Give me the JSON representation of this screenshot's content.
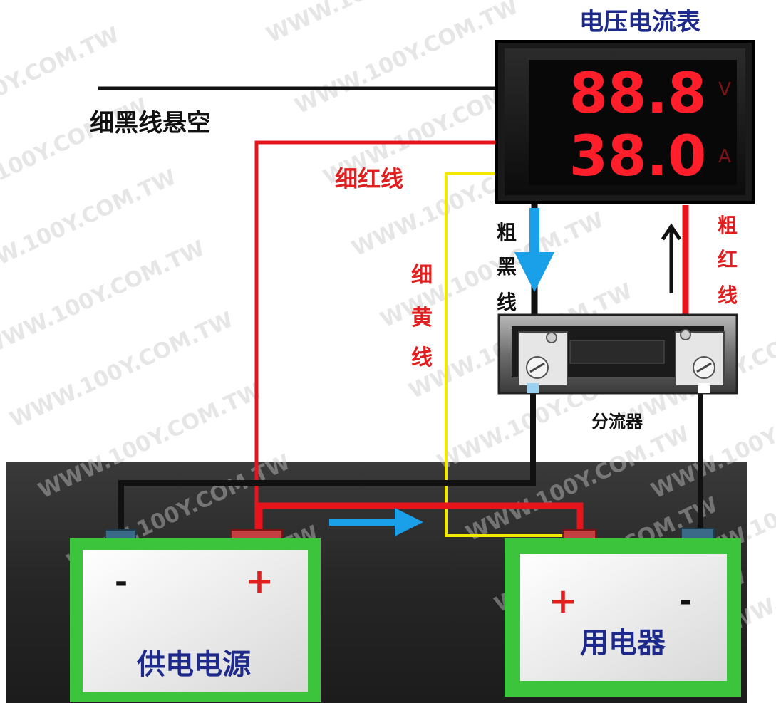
{
  "watermark": "WWW.100Y.COM.TW",
  "labels": {
    "meter_title": "电压电流表",
    "thin_black": "细黑线悬空",
    "thin_red": "细红线",
    "thin_yellow": [
      "细",
      "黄",
      "线"
    ],
    "thick_black": [
      "粗",
      "黑",
      "线"
    ],
    "thick_red": [
      "粗",
      "红",
      "线"
    ],
    "shunt": "分流器",
    "power_supply": "供电电源",
    "load": "用电器",
    "plus": "+",
    "minus": "-"
  },
  "meter": {
    "voltage": "88.8",
    "current": "38.0",
    "voltage_unit": "V",
    "current_unit": "A"
  },
  "colors": {
    "red_wire": "#e8141c",
    "yellow_wire": "#f4e800",
    "black_wire": "#111111",
    "blue_arrow": "#1aa0e8",
    "battery_green": "#3cc43c",
    "display_red": "#ff1e2a",
    "label_red": "#e02020",
    "label_blue": "#1d2a8c"
  }
}
